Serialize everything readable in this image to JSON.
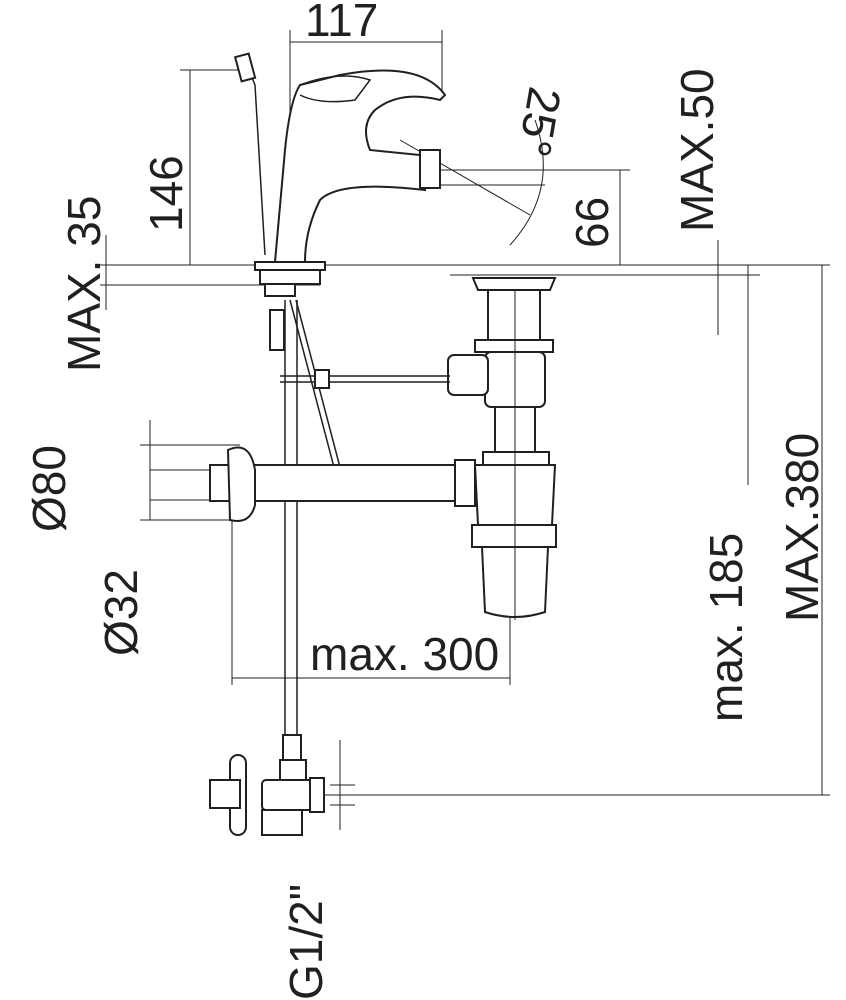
{
  "drawing": {
    "colors": {
      "line": "#231f20",
      "background": "#ffffff"
    },
    "dimensions": {
      "spout_reach": "117",
      "tap_height": "146",
      "max_deck_thickness": "MAX. 35",
      "spray_angle": "25°",
      "outlet_height": "66",
      "max_50": "MAX.50",
      "diameter_80": "Ø80",
      "diameter_32": "Ø32",
      "max_300": "max. 300",
      "max_185": "max. 185",
      "max_380": "MAX.380",
      "thread": "G1/2\""
    }
  }
}
